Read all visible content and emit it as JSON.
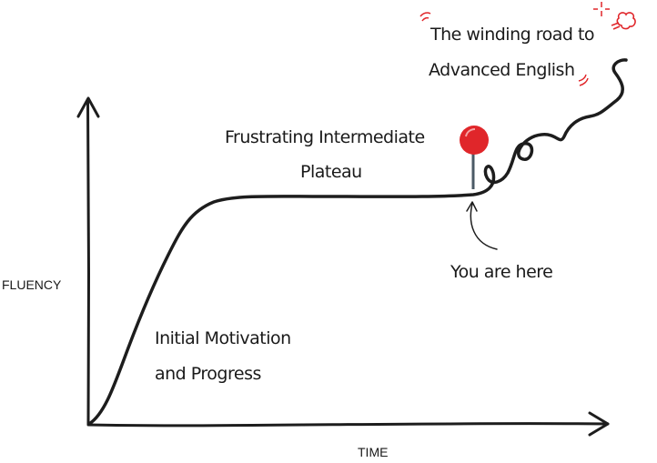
{
  "axes": {
    "y_label": "FLUENCY",
    "x_label": "TIME"
  },
  "annotations": {
    "goal_line1": "The winding road to",
    "goal_line2": "Advanced English",
    "plateau_line1": "Frustrating Intermediate",
    "plateau_line2": "Plateau",
    "start_line1": "Initial Motivation",
    "start_line2": "and Progress",
    "marker": "You are here"
  },
  "colors": {
    "ink": "#1d1d1d",
    "accent": "#e0262a",
    "pin_stem": "#4b5a66"
  }
}
